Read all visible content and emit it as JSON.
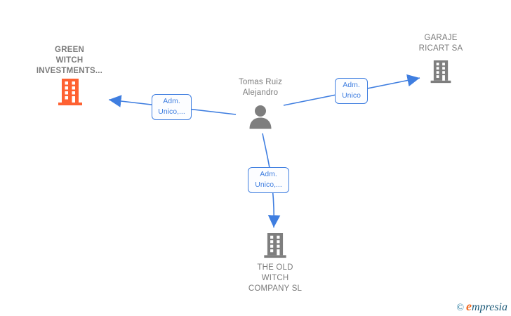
{
  "graph": {
    "nodes": {
      "green_witch": {
        "line1": "GREEN",
        "line2": "WITCH",
        "line3": "INVESTMENTS..."
      },
      "garaje_ricart": {
        "line1": "GARAJE",
        "line2": "RICART SA"
      },
      "person": {
        "line1": "Tomas Ruiz",
        "line2": "Alejandro"
      },
      "old_witch": {
        "line1": "THE OLD",
        "line2": "WITCH",
        "line3": "COMPANY SL"
      }
    },
    "edge_labels": {
      "to_green_witch": {
        "line1": "Adm.",
        "line2": "Unico,..."
      },
      "to_garaje_ricart": {
        "line1": "Adm.",
        "line2": "Unico"
      },
      "to_old_witch": {
        "line1": "Adm.",
        "line2": "Unico,..."
      }
    },
    "colors": {
      "edge_blue": "#3f7ee0",
      "highlight_company_orange": "#fe6132",
      "icon_gray": "#7e7e7e",
      "label_gray": "#7b7b7b"
    }
  },
  "footer": {
    "copyright_symbol": "©",
    "brand_lead": "e",
    "brand_rest": "mpresia"
  }
}
